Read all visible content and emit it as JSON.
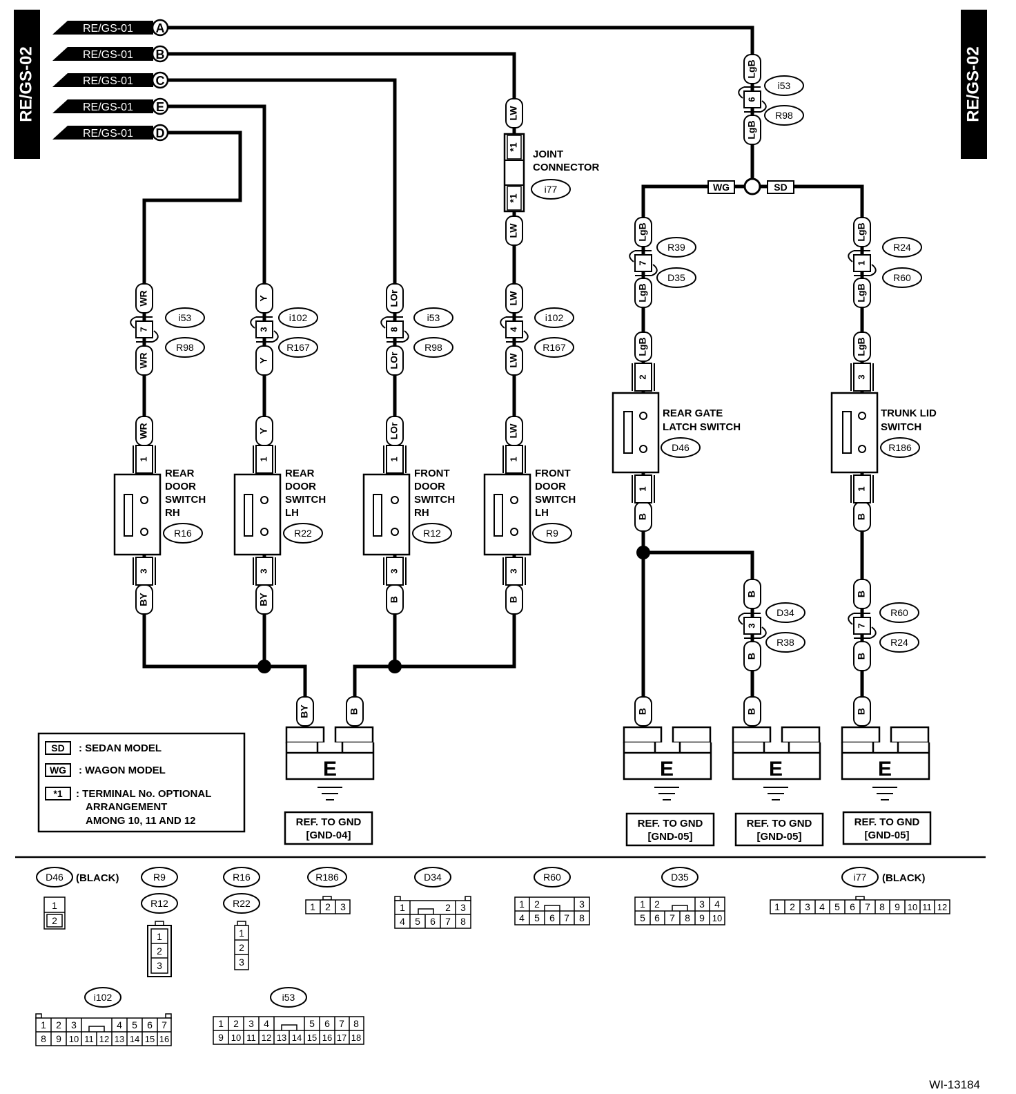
{
  "side_tab": "RE/GS-02",
  "ref_page": "RE/GS-01",
  "circuits": [
    "A",
    "B",
    "C",
    "E",
    "D"
  ],
  "connectors": {
    "i53": "i53",
    "r98": "R98",
    "i102": "i102",
    "r167": "R167",
    "i77": "i77",
    "r39": "R39",
    "d35": "D35",
    "r24": "R24",
    "r60": "R60",
    "d34": "D34",
    "r38": "R38",
    "r16": "R16",
    "r22": "R22",
    "r12": "R12",
    "r9": "R9",
    "d46": "D46",
    "r186": "R186"
  },
  "pins": {
    "p1": "1",
    "p2": "2",
    "p3": "3",
    "p4": "4",
    "p6": "6",
    "p7": "7",
    "p8": "8",
    "star1": "*1"
  },
  "wires": {
    "wr": "WR",
    "y": "Y",
    "lor": "LOr",
    "lw": "LW",
    "lgb": "LgB",
    "by": "BY",
    "b": "B",
    "wg": "WG",
    "sd": "SD"
  },
  "joint_connector": [
    "JOINT",
    "CONNECTOR"
  ],
  "switches": {
    "rear_rh": [
      "REAR",
      "DOOR",
      "SWITCH",
      "RH"
    ],
    "rear_lh": [
      "REAR",
      "DOOR",
      "SWITCH",
      "LH"
    ],
    "front_rh": [
      "FRONT",
      "DOOR",
      "SWITCH",
      "RH"
    ],
    "front_lh": [
      "FRONT",
      "DOOR",
      "SWITCH",
      "LH"
    ],
    "rear_gate": [
      "REAR GATE",
      "LATCH SWITCH"
    ],
    "trunk": [
      "TRUNK LID",
      "SWITCH"
    ]
  },
  "ground_letter": "E",
  "grounds": [
    {
      "l1": "REF. TO GND",
      "l2": "[GND-04]"
    },
    {
      "l1": "REF. TO GND",
      "l2": "[GND-05]"
    },
    {
      "l1": "REF. TO GND",
      "l2": "[GND-05]"
    },
    {
      "l1": "REF. TO GND",
      "l2": "[GND-05]"
    }
  ],
  "legend": {
    "sd_code": "SD",
    "sd_text": ": SEDAN MODEL",
    "wg_code": "WG",
    "wg_text": ": WAGON MODEL",
    "star_code": "*1",
    "star_l1": ": TERMINAL No. OPTIONAL",
    "star_l2": "ARRANGEMENT",
    "star_l3": "AMONG 10, 11 AND 12"
  },
  "color_black": "(BLACK)",
  "pin_numbers": [
    "1",
    "2",
    "3",
    "4",
    "5",
    "6",
    "7",
    "8",
    "9",
    "10",
    "11",
    "12",
    "13",
    "14",
    "15",
    "16",
    "17",
    "18"
  ],
  "figure_id": "WI-13184"
}
